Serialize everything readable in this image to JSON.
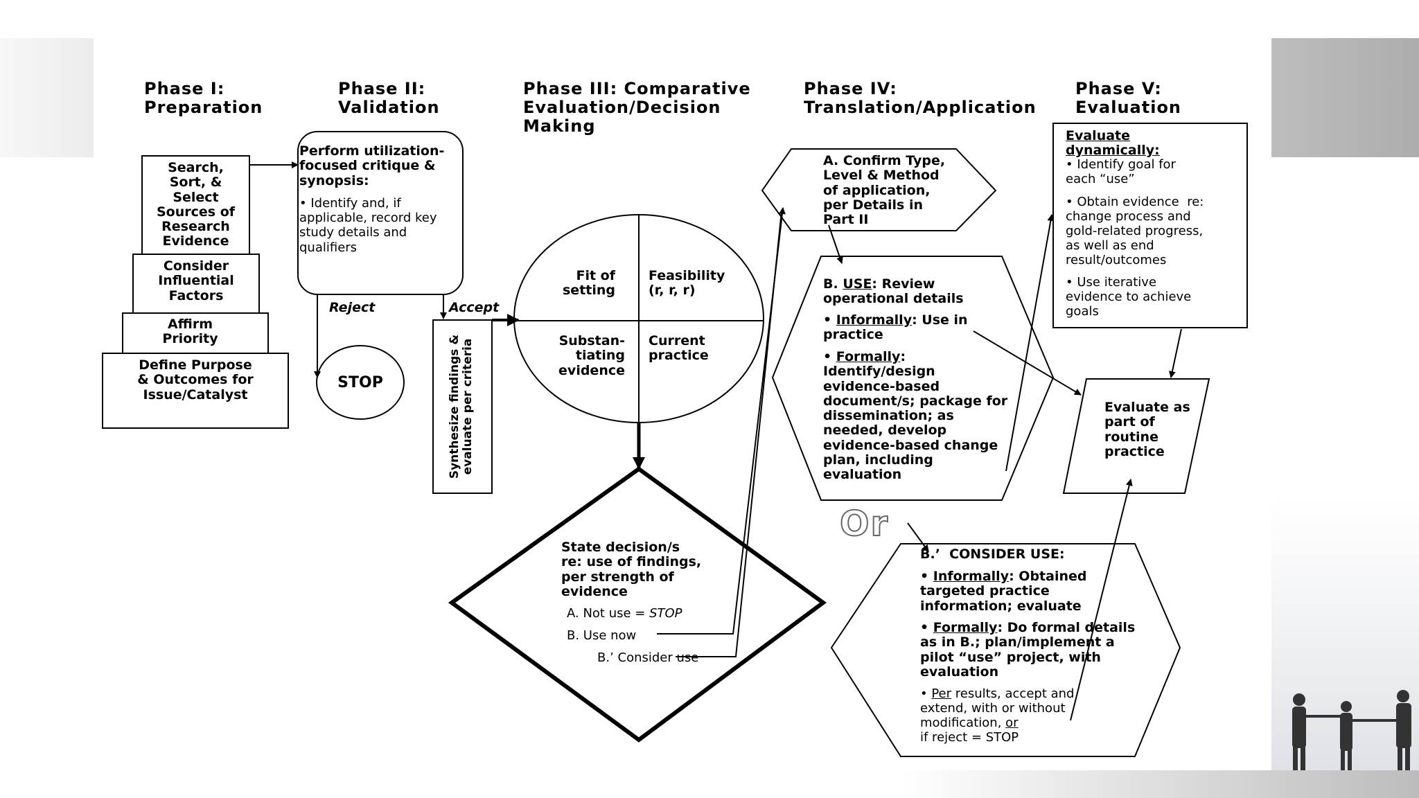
{
  "phases": {
    "p1": "Phase I:\nPreparation",
    "p2": "Phase II:\nValidation",
    "p3": "Phase III: Comparative\nEvaluation/Decision\nMaking",
    "p4": "Phase IV:\nTranslation/Application",
    "p5": "Phase V:\nEvaluation"
  },
  "prep": {
    "search": "Search,\nSort, &\nSelect\nSources of\nResearch\nEvidence",
    "consider": "Consider\nInfluential\nFactors",
    "affirm": "Affirm\nPriority",
    "define": "Define Purpose\n& Outcomes for\nIssue/Catalyst"
  },
  "validation": {
    "title": "Perform utilization-\nfocused critique &\nsynopsis:",
    "bullet": "• Identify and, if\napplicable, record key\nstudy details and\nqualifiers",
    "reject": "Reject",
    "accept": "Accept",
    "stop": "STOP"
  },
  "synthesize": "Synthesize findings &\nevaluate per criteria",
  "criteria": {
    "fit": "Fit of\nsetting",
    "feasibility": "Feasibility\n(r, r, r)",
    "substantiating": "Substan-\ntiating\nevidence",
    "current": "Current\npractice"
  },
  "decision": {
    "title": "State decision/s\nre: use of findings,\nper strength of\nevidence",
    "a_prefix": "A.  Not use = ",
    "a_stop": "STOP",
    "b": "B.  Use now",
    "bp": "B.’ Consider use"
  },
  "confirm": "A. Confirm Type,\nLevel & Method\nof application,\nper Details in\nPart II",
  "use": {
    "b_prefix": "B. ",
    "b_link": "USE",
    "b_rest": ": Review\noperational details",
    "inf_link": "Informally",
    "inf_rest": ": Use in\npractice",
    "for_link": "Formally",
    "for_rest": ":\nIdentify/design\nevidence-based\ndocument/s; package for\ndissemination; as\nneeded, develop\nevidence-based change\nplan, including\nevaluation"
  },
  "or_label": "Or",
  "consider_use": {
    "title": "B.’  CONSIDER USE:",
    "inf_link": "Informally",
    "inf_rest": ": Obtained\ntargeted practice\ninformation; evaluate",
    "for_link": "Formally",
    "for_rest": ": Do formal details\nas in B.; plan/implement a\npilot “use” project, with\nevaluation",
    "per_link": "Per",
    "per_rest": " results, accept and\nextend, with or without\nmodification, ",
    "or_link": "or",
    "per_end": "\nif reject = STOP"
  },
  "evaluate_dyn": {
    "title": "Evaluate\ndynamically:",
    "b1": "• Identify goal for\neach “use”",
    "b2": "• Obtain evidence  re:\nchange process and\ngold-related progress,\nas well as end\nresult/outcomes",
    "b3": "• Use iterative\nevidence to achieve\ngoals"
  },
  "routine": "Evaluate as\npart of\nroutine\npractice",
  "colors": {
    "line": "#000000",
    "or_stroke": "#666666"
  }
}
